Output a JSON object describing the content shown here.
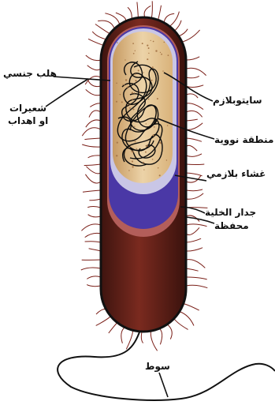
{
  "labels": {
    "sex_pilus": "هلب جنسي",
    "fimbriae_line1": "شعيرات",
    "fimbriae_line2": "او اهداب",
    "cytoplasm": "سايتوبلازم",
    "nucleoid": "منطقة نووية",
    "plasma_membrane": "غشاء بلازمي",
    "cell_wall": "جدار الخلية",
    "capsule": "محفظة",
    "flagellum": "سوط"
  },
  "colors": {
    "capsule": "#5a1f17",
    "cell_wall": "#b35e5a",
    "plasma_membrane": "#4a38a6",
    "cytoplasm": "#e3c79a",
    "hairs": "#7a1f18",
    "outline": "#111111"
  }
}
